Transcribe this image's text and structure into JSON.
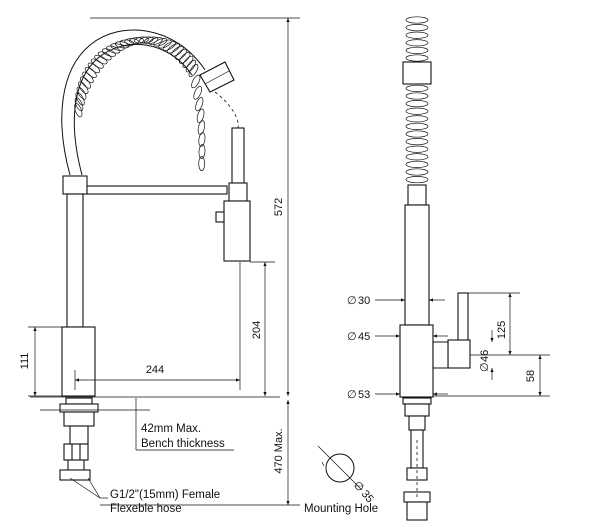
{
  "front_view": {
    "height_dim": "572",
    "spout_height_dim": "204",
    "base_height_dim": "111",
    "reach_dim": "244",
    "bench_note_line1": "42mm Max.",
    "bench_note_line2": "Bench thickness",
    "below_bench_dim": "470 Max.",
    "hose_note_line1": "G1/2\"(15mm) Female",
    "hose_note_line2": "Flexeble hose"
  },
  "side_view": {
    "dia_30": "30",
    "dia_45": "45",
    "dia_46": "46",
    "dia_53": "53",
    "lever_dim": "125",
    "lever_base_dim": "58"
  },
  "mounting_hole": {
    "dia_35": "35",
    "label": "Mounting Hole"
  },
  "diameter_symbol": "∅"
}
